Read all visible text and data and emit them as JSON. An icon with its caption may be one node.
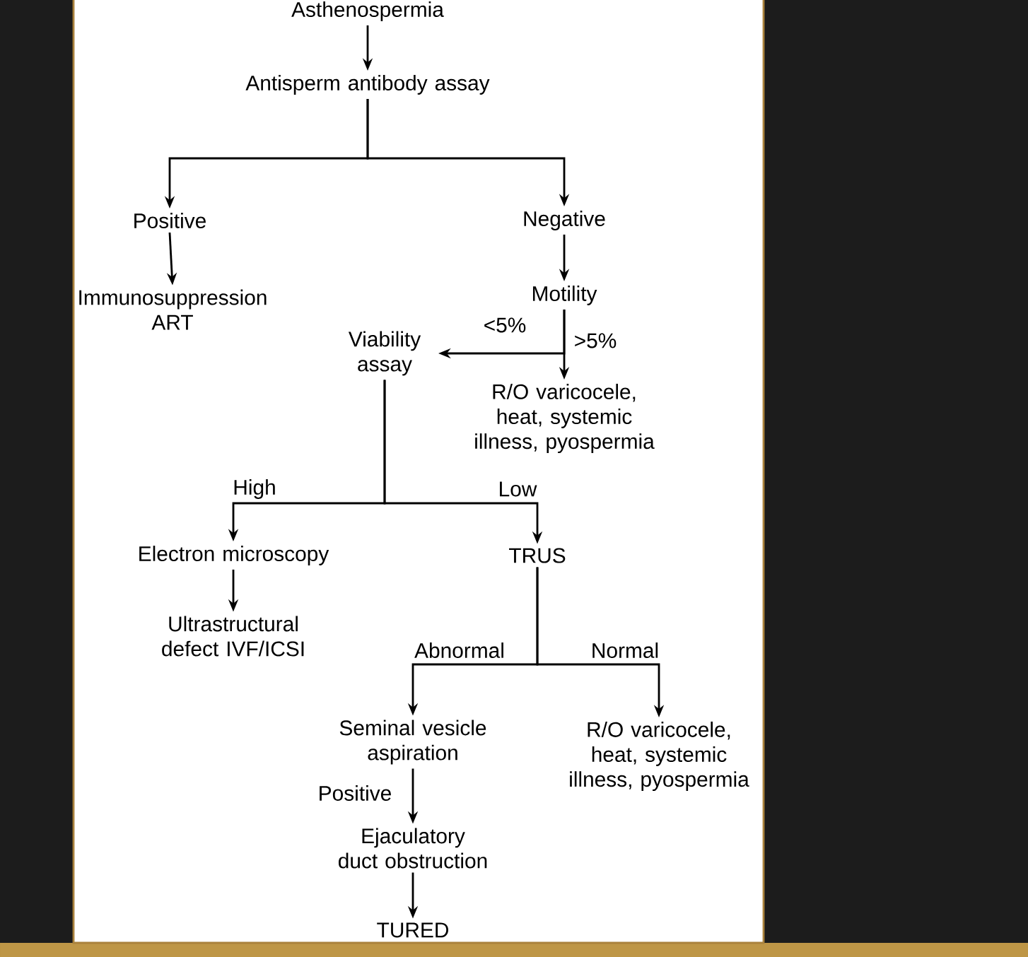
{
  "diagram": {
    "nodes": [
      {
        "text": [
          "Asthenospermia"
        ]
      },
      {
        "text": [
          "Antisperm antibody assay"
        ]
      },
      {
        "text": [
          "Positive"
        ]
      },
      {
        "text": [
          "Negative"
        ]
      },
      {
        "text": [
          "Immunosuppression ART"
        ]
      },
      {
        "text": [
          "Motility"
        ]
      },
      {
        "text": [
          "Viability assay"
        ]
      },
      {
        "text": [
          "R/O varicocele, heat, systemic illness, pyospermia"
        ]
      },
      {
        "text": [
          "Electron microscopy"
        ]
      },
      {
        "text": [
          "TRUS"
        ]
      },
      {
        "text": [
          "Ultrastructural defect IVF/ICSI"
        ]
      },
      {
        "text": [
          "Seminal vesicle aspiration"
        ]
      },
      {
        "text": [
          "R/O varicocele, heat, systemic illness, pyospermia"
        ]
      },
      {
        "text": [
          "Ejaculatory duct obstruction"
        ]
      },
      {
        "text": [
          "TURED"
        ]
      }
    ],
    "edges": [
      {
        "from": 0,
        "to": 1,
        "arrow": "to"
      },
      {
        "from": 1,
        "to": 2,
        "arrow": "to"
      },
      {
        "from": 1,
        "to": 3,
        "arrow": "to"
      },
      {
        "from": 2,
        "to": 4,
        "arrow": "to"
      },
      {
        "from": 3,
        "to": 5,
        "arrow": "to"
      },
      {
        "from": 5,
        "to": 6,
        "arrow": "to",
        "label": "<5%"
      },
      {
        "from": 5,
        "to": 7,
        "arrow": "to",
        "label": ">5%"
      },
      {
        "from": 6,
        "to": 8,
        "arrow": "to",
        "label": "High"
      },
      {
        "from": 6,
        "to": 9,
        "arrow": "to",
        "label": "Low"
      },
      {
        "from": 8,
        "to": 10,
        "arrow": "to"
      },
      {
        "from": 9,
        "to": 11,
        "arrow": "to",
        "label": "Abnormal"
      },
      {
        "from": 9,
        "to": 12,
        "arrow": "to",
        "label": "Normal"
      },
      {
        "from": 11,
        "to": 13,
        "arrow": "to",
        "label": "Positive"
      },
      {
        "from": 13,
        "to": 14,
        "arrow": "to"
      }
    ]
  }
}
